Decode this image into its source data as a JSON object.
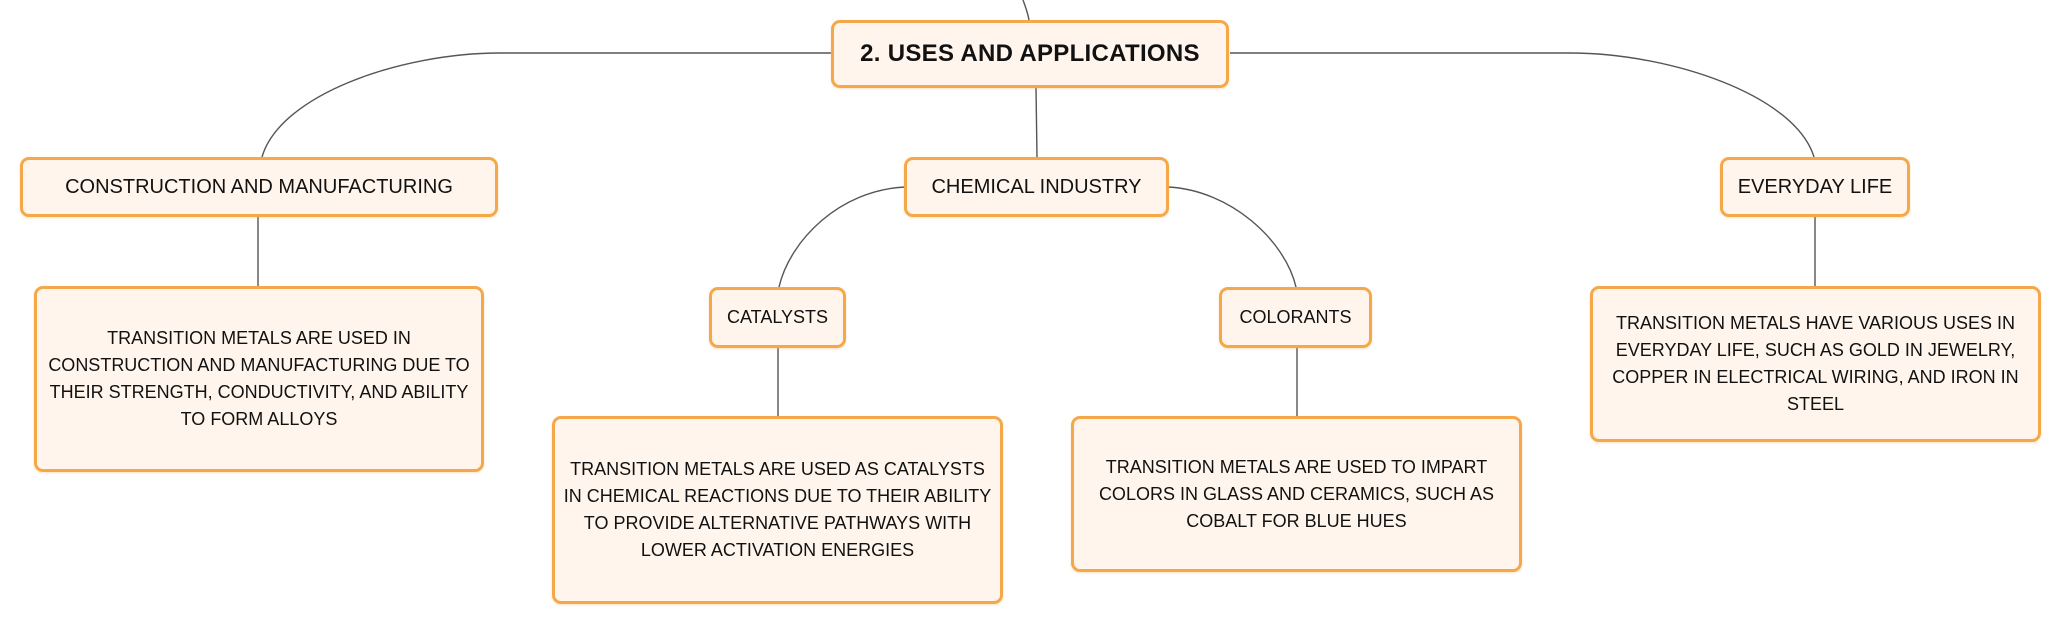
{
  "diagram": {
    "root": {
      "label": "2. USES AND APPLICATIONS"
    },
    "branches": {
      "construction": {
        "label": "CONSTRUCTION AND MANUFACTURING",
        "description": "TRANSITION METALS ARE USED IN CONSTRUCTION AND MANUFACTURING DUE TO THEIR STRENGTH, CONDUCTIVITY, AND ABILITY TO FORM ALLOYS"
      },
      "chemical": {
        "label": "CHEMICAL INDUSTRY",
        "catalysts": {
          "label": "CATALYSTS",
          "description": "TRANSITION METALS ARE USED AS CATALYSTS IN CHEMICAL REACTIONS DUE TO THEIR ABILITY TO PROVIDE ALTERNATIVE PATHWAYS WITH LOWER ACTIVATION ENERGIES"
        },
        "colorants": {
          "label": "COLORANTS",
          "description": "TRANSITION METALS ARE USED TO IMPART COLORS IN GLASS AND CERAMICS, SUCH AS COBALT FOR BLUE HUES"
        }
      },
      "everyday": {
        "label": "EVERYDAY LIFE",
        "description": "TRANSITION METALS HAVE VARIOUS USES IN EVERYDAY LIFE, SUCH AS GOLD IN JEWELRY, COPPER IN ELECTRICAL WIRING, AND IRON IN STEEL"
      }
    }
  },
  "colors": {
    "node_border": "#f5a84a",
    "node_fill": "#fff5ec",
    "connector": "#555555",
    "text": "#111111"
  }
}
